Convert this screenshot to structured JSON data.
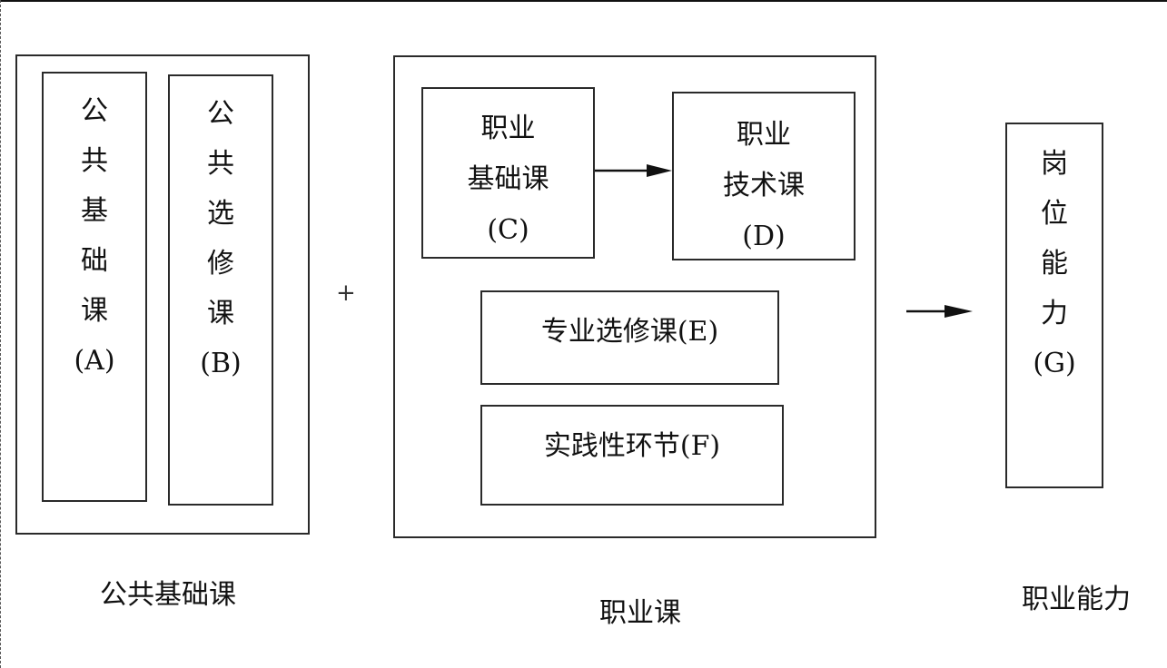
{
  "diagram": {
    "groups": [
      {
        "id": "public",
        "caption": "公共基础课",
        "nodes": [
          {
            "id": "A",
            "chars": [
              "公",
              "共",
              "基",
              "础",
              "课"
            ],
            "code": "(A)"
          },
          {
            "id": "B",
            "chars": [
              "公",
              "共",
              "选",
              "修",
              "课"
            ],
            "code": "(B)"
          }
        ]
      },
      {
        "id": "vocational",
        "caption": "职业课",
        "nodes": [
          {
            "id": "C",
            "lines": [
              "职业",
              "基础课",
              "(C)"
            ]
          },
          {
            "id": "D",
            "lines": [
              "职业",
              "技术课",
              "(D)"
            ]
          },
          {
            "id": "E",
            "text": "专业选修课(E)"
          },
          {
            "id": "F",
            "text": "实践性环节(F)"
          }
        ]
      },
      {
        "id": "ability",
        "caption": "职业能力",
        "nodes": [
          {
            "id": "G",
            "chars": [
              "岗",
              "位",
              "能",
              "力"
            ],
            "code": "(G)"
          }
        ]
      }
    ],
    "operator": "+",
    "edges": [
      {
        "from": "C",
        "to": "D"
      },
      {
        "from": "vocational",
        "to": "G"
      }
    ],
    "stroke_color": "#2a2a2a"
  }
}
